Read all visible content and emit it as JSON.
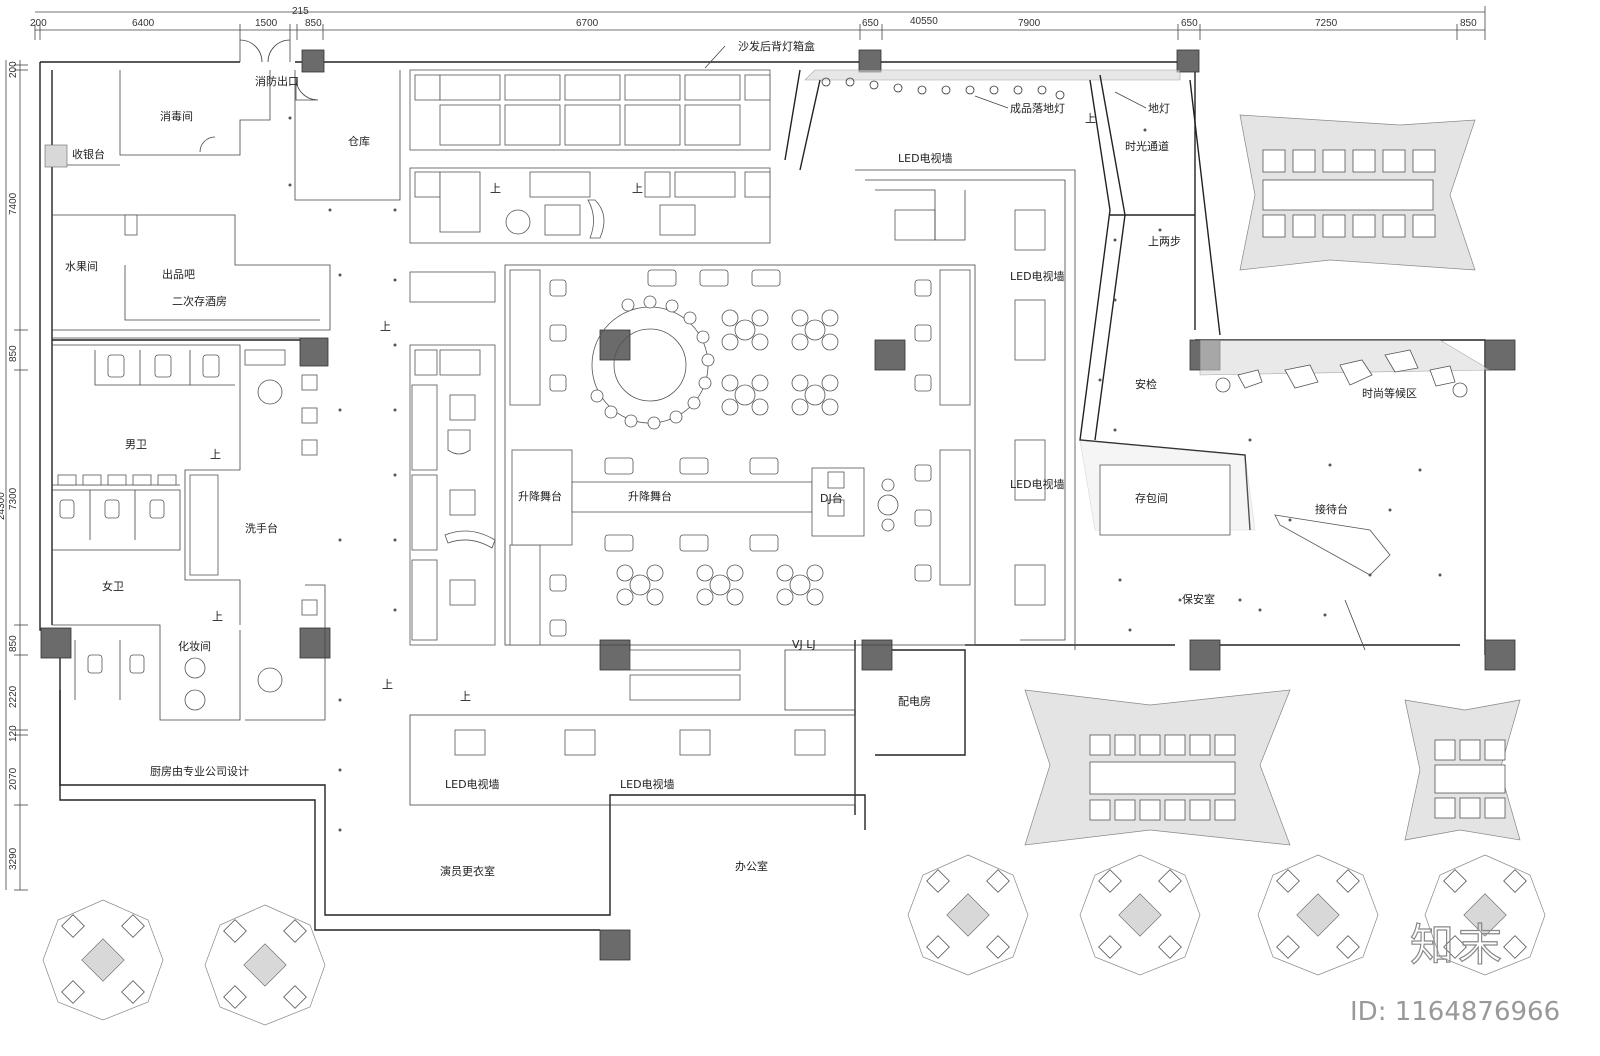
{
  "dimensions": {
    "top_segments": [
      "200",
      "6400",
      "1500",
      "215",
      "850",
      "6700",
      "650",
      "40550",
      "7900",
      "650",
      "7250",
      "850"
    ],
    "left_segments": [
      "200",
      "7400",
      "850",
      "24300",
      "7300",
      "850",
      "2220",
      "120",
      "2070",
      "3290"
    ]
  },
  "rooms": {
    "disinfection": "消毒间",
    "cashier": "收银台",
    "fire_exit": "消防出口",
    "warehouse": "仓库",
    "fruit_room": "水果间",
    "serving_bar": "出品吧",
    "wine_storage": "二次存酒房",
    "mens_restroom": "男卫",
    "washbasin": "洗手台",
    "womens_restroom": "女卫",
    "makeup_room": "化妆间",
    "kitchen": "厨房由专业公司设计",
    "dressing_room": "演员更衣室",
    "office": "办公室",
    "power_room": "配电房",
    "security_room": "保安室",
    "reception": "接待台",
    "cloakroom": "存包间",
    "security_check": "安检",
    "waiting_area": "时尚等候区",
    "time_tunnel": "时光通道",
    "dj_booth": "DJ台",
    "vj_lj": "VJ  LJ",
    "stage_left": "升降舞台",
    "stage_center": "升降舞台"
  },
  "annotations": {
    "sofa_lightbox": "沙发后背灯箱盒",
    "floor_lamp": "成品落地灯",
    "ground_light": "地灯",
    "led_wall": "LED电视墙",
    "up": "上",
    "up_two_steps": "上两步"
  },
  "watermark": {
    "logo_text": "知末",
    "id_text": "ID: 1164876966"
  }
}
